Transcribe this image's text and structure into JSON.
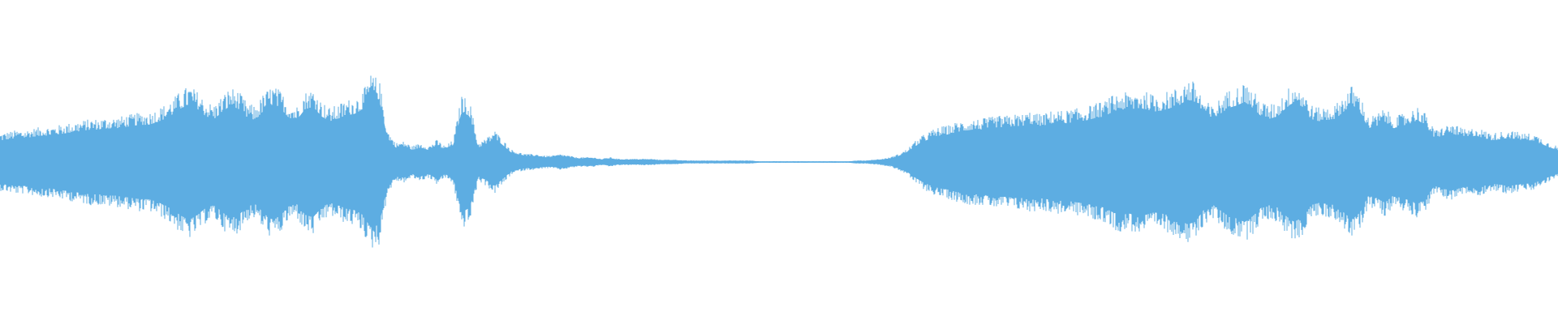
{
  "waveform": {
    "color": "#5dade2",
    "amplitude_envelope": [
      0.18,
      0.19,
      0.2,
      0.2,
      0.21,
      0.22,
      0.22,
      0.23,
      0.24,
      0.25,
      0.26,
      0.27,
      0.27,
      0.28,
      0.28,
      0.29,
      0.3,
      0.31,
      0.31,
      0.33,
      0.36,
      0.4,
      0.45,
      0.48,
      0.44,
      0.38,
      0.36,
      0.42,
      0.47,
      0.44,
      0.37,
      0.35,
      0.43,
      0.48,
      0.45,
      0.37,
      0.35,
      0.44,
      0.46,
      0.38,
      0.34,
      0.36,
      0.39,
      0.4,
      0.44,
      0.55,
      0.52,
      0.2,
      0.12,
      0.13,
      0.1,
      0.12,
      0.1,
      0.14,
      0.1,
      0.14,
      0.42,
      0.38,
      0.12,
      0.15,
      0.2,
      0.14,
      0.08,
      0.06,
      0.05,
      0.05,
      0.04,
      0.04,
      0.05,
      0.04,
      0.03,
      0.03,
      0.03,
      0.02,
      0.03,
      0.02,
      0.02,
      0.02,
      0.02,
      0.02,
      0.015,
      0.015,
      0.015,
      0.01,
      0.01,
      0.01,
      0.01,
      0.01,
      0.01,
      0.01,
      0.01,
      0.01,
      0.005,
      0.005,
      0.005,
      0.005,
      0.005,
      0.005,
      0.005,
      0.005,
      0.005,
      0.005,
      0.005,
      0.005,
      0.01,
      0.01,
      0.015,
      0.02,
      0.03,
      0.05,
      0.08,
      0.13,
      0.17,
      0.2,
      0.22,
      0.23,
      0.25,
      0.26,
      0.27,
      0.27,
      0.28,
      0.29,
      0.29,
      0.3,
      0.3,
      0.32,
      0.3,
      0.31,
      0.33,
      0.32,
      0.33,
      0.34,
      0.35,
      0.37,
      0.38,
      0.42,
      0.44,
      0.43,
      0.45,
      0.44,
      0.42,
      0.43,
      0.45,
      0.47,
      0.52,
      0.5,
      0.4,
      0.35,
      0.4,
      0.45,
      0.47,
      0.5,
      0.45,
      0.38,
      0.36,
      0.38,
      0.45,
      0.5,
      0.46,
      0.36,
      0.34,
      0.35,
      0.36,
      0.42,
      0.48,
      0.42,
      0.28,
      0.3,
      0.34,
      0.28,
      0.3,
      0.32,
      0.35,
      0.3,
      0.2,
      0.22,
      0.24,
      0.22,
      0.2,
      0.22,
      0.2,
      0.18,
      0.19,
      0.2,
      0.19,
      0.18,
      0.18,
      0.15,
      0.12,
      0.1
    ]
  }
}
